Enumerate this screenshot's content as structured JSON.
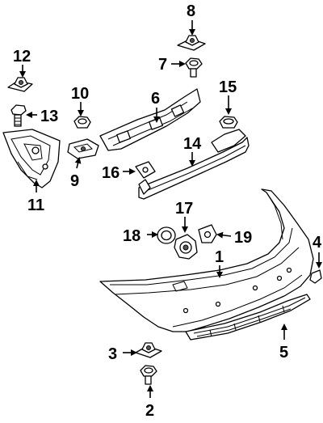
{
  "callouts": [
    {
      "id": "1",
      "label": "1"
    },
    {
      "id": "2",
      "label": "2"
    },
    {
      "id": "3",
      "label": "3"
    },
    {
      "id": "4",
      "label": "4"
    },
    {
      "id": "5",
      "label": "5"
    },
    {
      "id": "6",
      "label": "6"
    },
    {
      "id": "7",
      "label": "7"
    },
    {
      "id": "8",
      "label": "8"
    },
    {
      "id": "9",
      "label": "9"
    },
    {
      "id": "10",
      "label": "10"
    },
    {
      "id": "11",
      "label": "11"
    },
    {
      "id": "12",
      "label": "12"
    },
    {
      "id": "13",
      "label": "13"
    },
    {
      "id": "14",
      "label": "14"
    },
    {
      "id": "15",
      "label": "15"
    },
    {
      "id": "16",
      "label": "16"
    },
    {
      "id": "17",
      "label": "17"
    },
    {
      "id": "18",
      "label": "18"
    },
    {
      "id": "19",
      "label": "19"
    }
  ],
  "colors": {
    "line": "#000000",
    "background": "#ffffff",
    "shade": "#555555"
  }
}
